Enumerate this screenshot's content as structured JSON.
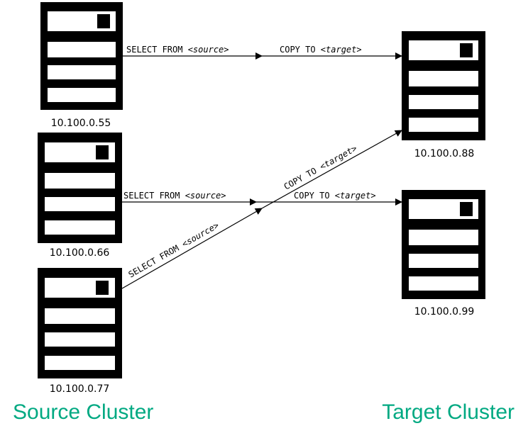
{
  "source_cluster": {
    "title": "Source Cluster",
    "servers": [
      {
        "ip": "10.100.0.55"
      },
      {
        "ip": "10.100.0.66"
      },
      {
        "ip": "10.100.0.77"
      }
    ]
  },
  "target_cluster": {
    "title": "Target Cluster",
    "servers": [
      {
        "ip": "10.100.0.88"
      },
      {
        "ip": "10.100.0.99"
      }
    ]
  },
  "edges": [
    {
      "id": "e1",
      "keyword": "SELECT FROM ",
      "placeholder": "<source>"
    },
    {
      "id": "e2",
      "keyword": "COPY TO ",
      "placeholder": "<target>"
    },
    {
      "id": "e3",
      "keyword": "SELECT FROM ",
      "placeholder": "<source>"
    },
    {
      "id": "e4",
      "keyword": "COPY TO ",
      "placeholder": "<target>"
    },
    {
      "id": "e5",
      "keyword": "SELECT FROM ",
      "placeholder": "<source>"
    },
    {
      "id": "e6",
      "keyword": "COPY TO ",
      "placeholder": "<target>"
    }
  ],
  "colors": {
    "cluster_title": "#00A982",
    "server": "#000000"
  }
}
